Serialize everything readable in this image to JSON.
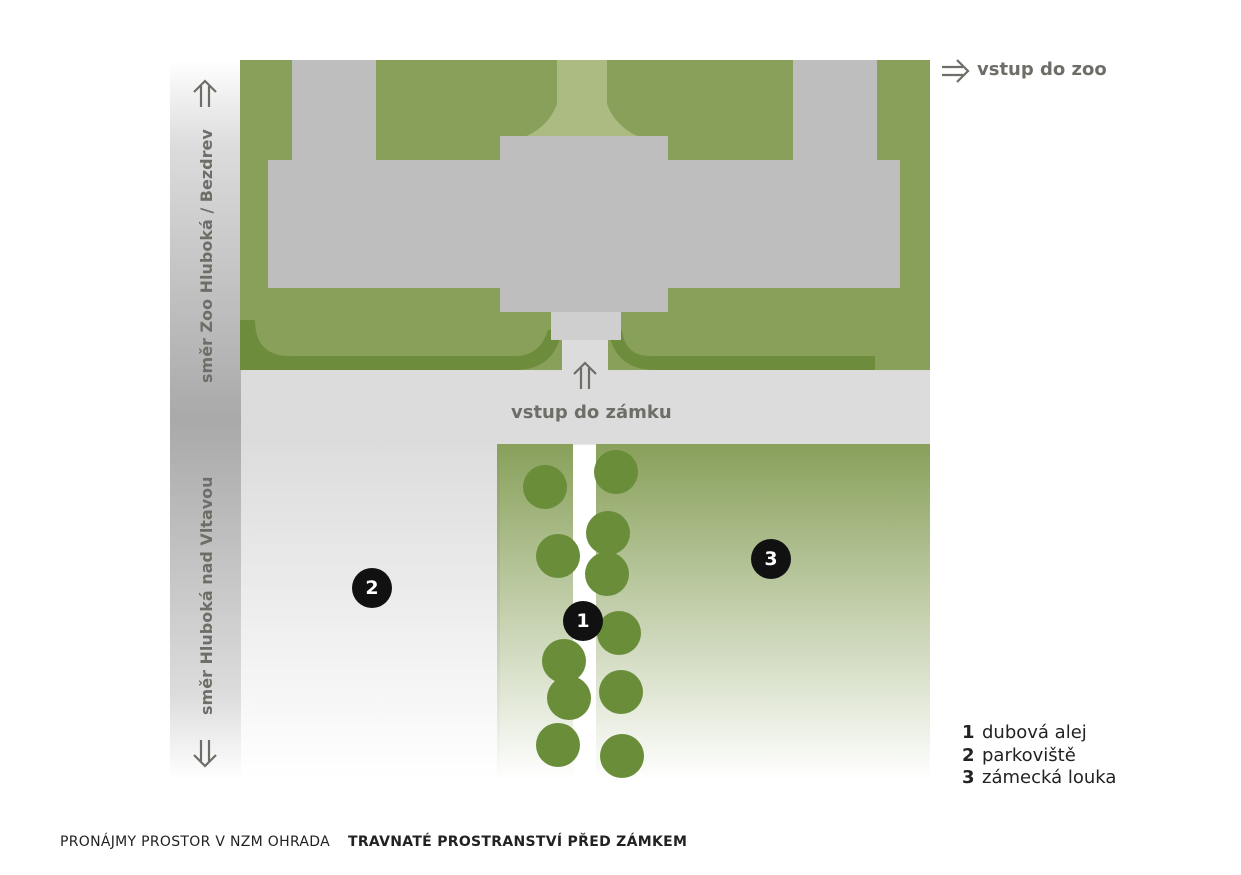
{
  "labels": {
    "zoo_entrance": "vstup do zoo",
    "castle_entrance": "vstup do zámku",
    "direction_north": "směr Zoo Hluboká / Bezdrev",
    "direction_south": "směr Hluboká nad Vltavou"
  },
  "markers": [
    "1",
    "2",
    "3"
  ],
  "legend": [
    {
      "num": "1",
      "label": "dubová alej"
    },
    {
      "num": "2",
      "label": "parkoviště"
    },
    {
      "num": "3",
      "label": "zámecká louka"
    }
  ],
  "footer": {
    "section": "PRONÁJMY PROSTOR V NZM OHRADA",
    "title": "TRAVNATÉ PROSTRANSTVÍ PŘED ZÁMKEM"
  },
  "colors": {
    "grass": "#88a05a",
    "grass_dark": "#6d8c3c",
    "grass_light": "#abbb82",
    "building": "#bebebe",
    "road": "#dcdcdc",
    "tree": "#6a8d3a",
    "marker": "#111111"
  },
  "icons": [
    "arrow-right-icon",
    "arrow-up-icon",
    "arrow-down-icon"
  ]
}
